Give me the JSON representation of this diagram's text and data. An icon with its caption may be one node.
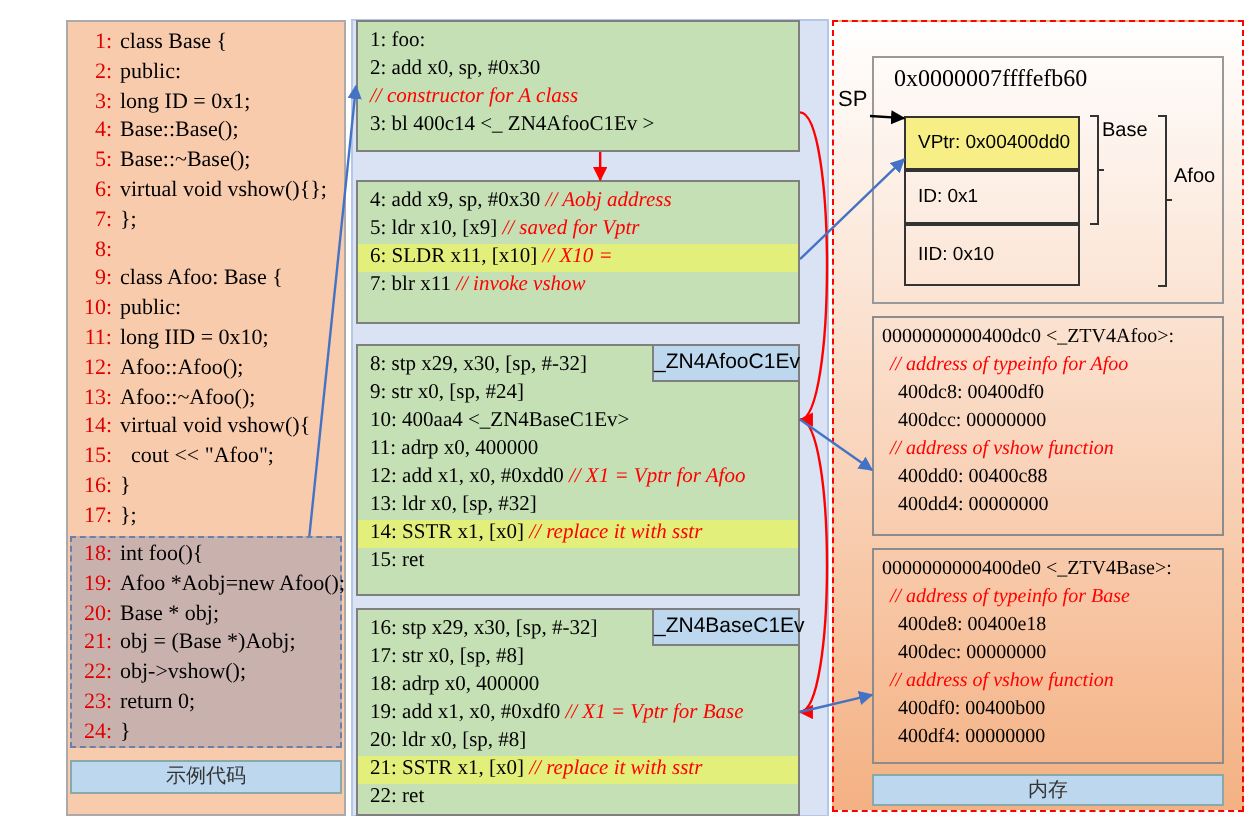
{
  "diagram": {
    "nodes": [
      {
        "text": [
          "1: class Base {",
          "2: public:",
          "3: long ID = 0x1;",
          "4: Base::Base();",
          "5: Base::~Base();",
          "6: virtual void vshow(){};",
          "7: };",
          "8:",
          "9: class Afoo: Base {",
          "10: public:",
          "11: long IID = 0x10;",
          "12: Afoo::Afoo();",
          "13: Afoo::~Afoo();",
          "14: virtual void vshow(){",
          "15:   cout << \"Afoo\";",
          "16: }",
          "17: };"
        ]
      },
      {
        "text": [
          "18: int foo(){",
          "19: Afoo *Aobj=new Afoo();",
          "20: Base * obj;",
          "21: obj = (Base *)Aobj;",
          "22: obj->vshow();",
          "23: return 0;",
          "24: }"
        ],
        "in": 0
      },
      {
        "text": [
          "示例代码"
        ],
        "in": 0
      },
      {
        "text": [
          "1: foo:",
          "2: add x0, sp, #0x30",
          "// constructor for A class",
          "3: bl 400c14 <_ ZN4AfooC1Ev >"
        ]
      },
      {
        "text": [
          "4: add x9, sp, #0x30 // Aobj address",
          "5: ldr x10, [x9] // saved for Vptr",
          "6: SLDR x11, [x10] // X10 =",
          "7: blr x11 // invoke vshow"
        ]
      },
      {
        "text": [
          "8: stp x29, x30, [sp, #-32]",
          "_ZN4AfooC1Ev",
          "9: str x0, [sp, #24]",
          "10: 400aa4 <_ZN4BaseC1Ev>",
          "11: adrp x0, 400000",
          "12: add x1, x0, #0xdd0 // X1 = Vptr for Afoo",
          "13: ldr x0, [sp, #32]",
          "14: SSTR x1, [x0] // replace it with sstr",
          "15: ret"
        ]
      },
      {
        "text": [
          "16: stp x29, x30, [sp, #-32]",
          "_ZN4BaseC1Ev",
          "17: str x0, [sp, #8]",
          "18: adrp x0, 400000",
          "19: add x1, x0, #0xdf0 // X1 = Vptr for Base",
          "20: ldr x0, [sp, #8]",
          "21: SSTR x1, [x0] // replace it with sstr",
          "22: ret"
        ]
      },
      {
        "text": [],
        "shape": "box"
      },
      {
        "text": [
          "0x0000007ffffefb60"
        ],
        "in": 7
      },
      {
        "text": [
          "SP"
        ],
        "in": 7
      },
      {
        "text": [
          "VPtr: 0x00400dd0"
        ],
        "in": 8
      },
      {
        "text": [
          "ID: 0x1"
        ],
        "in": 8
      },
      {
        "text": [
          "IID: 0x10"
        ],
        "in": 8
      },
      {
        "text": [
          "0000000000400dc0 <_ZTV4Afoo>:",
          "// address of typeinfo for Afoo",
          "400dc8: 00400df0",
          "400dcc: 00000000",
          "// address of vshow function",
          "400dd0: 00400c88",
          "400dd4: 00000000"
        ],
        "in": 7
      },
      {
        "text": [
          "0000000000400de0 <_ZTV4Base>:",
          "// address of typeinfo for Base",
          "400de8: 00400e18",
          "400dec: 00000000",
          "// address of vshow function",
          "400df0: 00400b00",
          "400df4: 00000000"
        ],
        "in": 7
      },
      {
        "text": [
          "内存"
        ],
        "in": 7
      }
    ],
    "edges": [
      {
        "from": 1,
        "to": 3,
        "arrow": "to"
      },
      {
        "from": 3,
        "to": 4,
        "arrow": "to",
        "color": "#ff0000"
      },
      {
        "from": 3,
        "to": 5,
        "arrow": "to",
        "color": "#ff0000"
      },
      {
        "from": 5,
        "to": 6,
        "arrow": "to",
        "color": "#ff0000"
      },
      {
        "from": 4,
        "to": 10,
        "arrow": "to"
      },
      {
        "from": 5,
        "to": 13,
        "arrow": "to"
      },
      {
        "from": 6,
        "to": 14,
        "arrow": "to"
      },
      {
        "from": 9,
        "to": 10,
        "arrow": "to",
        "color": "#000000"
      }
    ],
    "labels": [
      "Base",
      "Afoo"
    ]
  }
}
